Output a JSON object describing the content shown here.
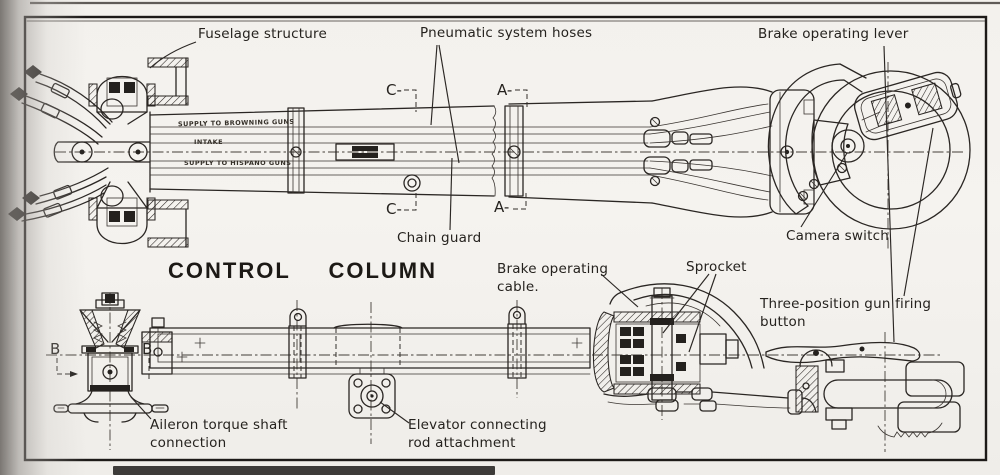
{
  "drawing": {
    "title": "CONTROL COLUMN",
    "colors": {
      "ink": "#2a2623",
      "paper": "#f3f1ed",
      "scan_shadow": "#6e6a66",
      "next_page_bar": "#3d3b39"
    },
    "plan_view": {
      "callouts": {
        "fuselage_structure": "Fuselage structure",
        "pneumatic_hoses": "Pneumatic system hoses",
        "brake_lever": "Brake operating lever",
        "camera_switch": "Camera switch",
        "chain_guard": "Chain guard"
      },
      "pipe_labels": {
        "browning": "SUPPLY TO BROWNING GUNS",
        "intake": "INTAKE",
        "hispano": "SUPPLY TO HISPANO GUNS"
      },
      "section_markers": {
        "c": "C-",
        "a": "A-"
      }
    },
    "side_view": {
      "callouts": {
        "brake_cable_line1": "Brake operating",
        "brake_cable_line2": "cable.",
        "sprocket": "Sprocket",
        "gun_button_line1": "Three-position gun firing",
        "gun_button_line2": "button",
        "aileron_line1": "Aileron torque shaft",
        "aileron_line2": "connection",
        "elevator_line1": "Elevator connecting",
        "elevator_line2": "rod attachment"
      },
      "section_markers": {
        "b": "B"
      }
    }
  }
}
